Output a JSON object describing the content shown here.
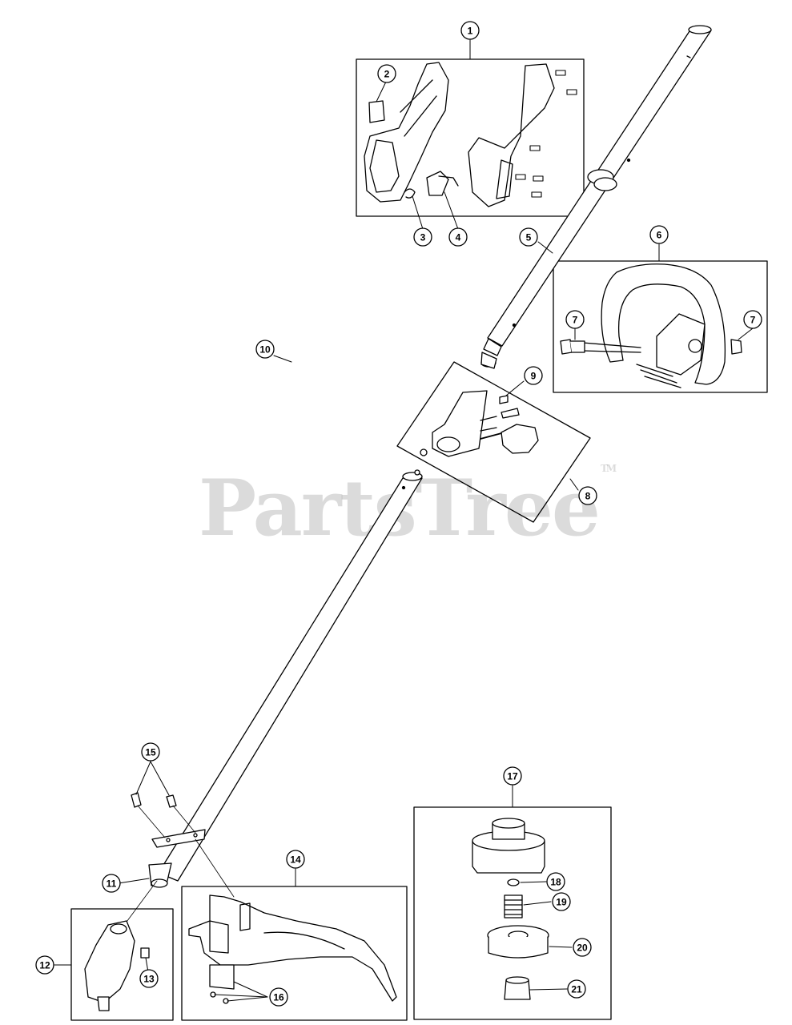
{
  "watermark": {
    "brand": "PartsTree",
    "trademark": "TM"
  },
  "callouts": [
    "1",
    "2",
    "3",
    "4",
    "5",
    "6",
    "7",
    "7",
    "8",
    "9",
    "10",
    "11",
    "12",
    "13",
    "14",
    "15",
    "16",
    "17",
    "18",
    "19",
    "20",
    "21"
  ]
}
